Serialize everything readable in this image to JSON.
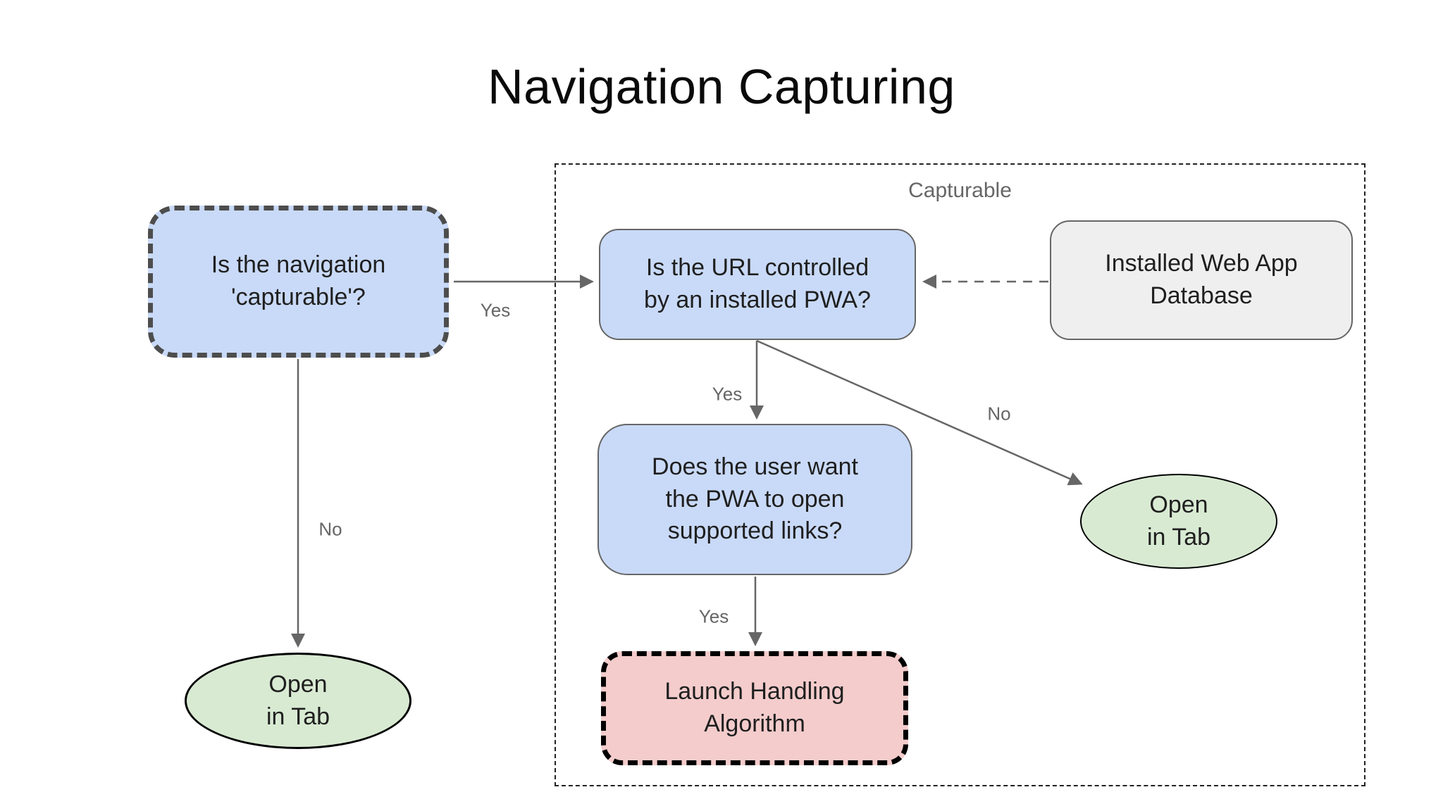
{
  "title": "Navigation Capturing",
  "diagram": {
    "container_label": "Capturable",
    "nodes": {
      "capturable_question": "Is the navigation\n'capturable'?",
      "url_controlled_question": "Is the URL controlled\nby an installed PWA?",
      "installed_web_app_database": "Installed Web App\nDatabase",
      "user_want_question": "Does the user want\nthe PWA to open\nsupported links?",
      "launch_handling_algorithm": "Launch Handling\nAlgorithm",
      "open_in_tab_left": "Open\nin Tab",
      "open_in_tab_right": "Open\nin Tab"
    },
    "edge_labels": {
      "capturable_yes": "Yes",
      "capturable_no": "No",
      "url_controlled_yes": "Yes",
      "url_controlled_no": "No",
      "user_want_yes": "Yes"
    },
    "colors": {
      "question_fill": "#c9daf8",
      "terminal_fill": "#d9ead3",
      "launch_fill": "#f4cccc",
      "database_fill": "#efefef",
      "edge_stroke": "#666666",
      "edge_label_text": "#666666",
      "node_text": "#1f1f1f",
      "dashed_node_border": "#4d4d4d",
      "launch_border": "#000000",
      "container_border": "#222222"
    }
  }
}
